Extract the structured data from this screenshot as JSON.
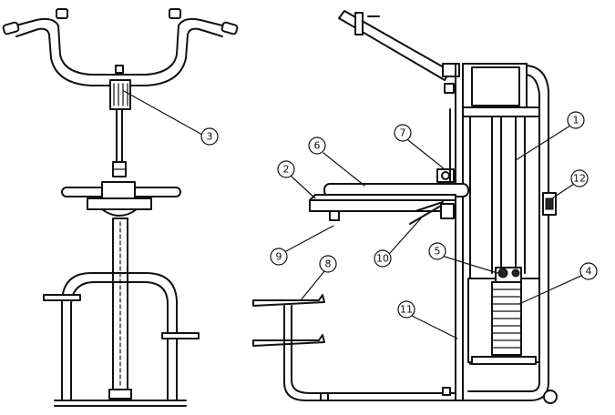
{
  "callouts": [
    {
      "id": "1",
      "label": "1"
    },
    {
      "id": "2",
      "label": "2"
    },
    {
      "id": "3",
      "label": "3"
    },
    {
      "id": "4",
      "label": "4"
    },
    {
      "id": "5",
      "label": "5"
    },
    {
      "id": "6",
      "label": "6"
    },
    {
      "id": "7",
      "label": "7"
    },
    {
      "id": "8",
      "label": "8"
    },
    {
      "id": "9",
      "label": "9"
    },
    {
      "id": "10",
      "label": "10"
    },
    {
      "id": "11",
      "label": "11"
    },
    {
      "id": "12",
      "label": "12"
    }
  ],
  "colors": {
    "stroke": "#111111",
    "background": "#ffffff"
  }
}
